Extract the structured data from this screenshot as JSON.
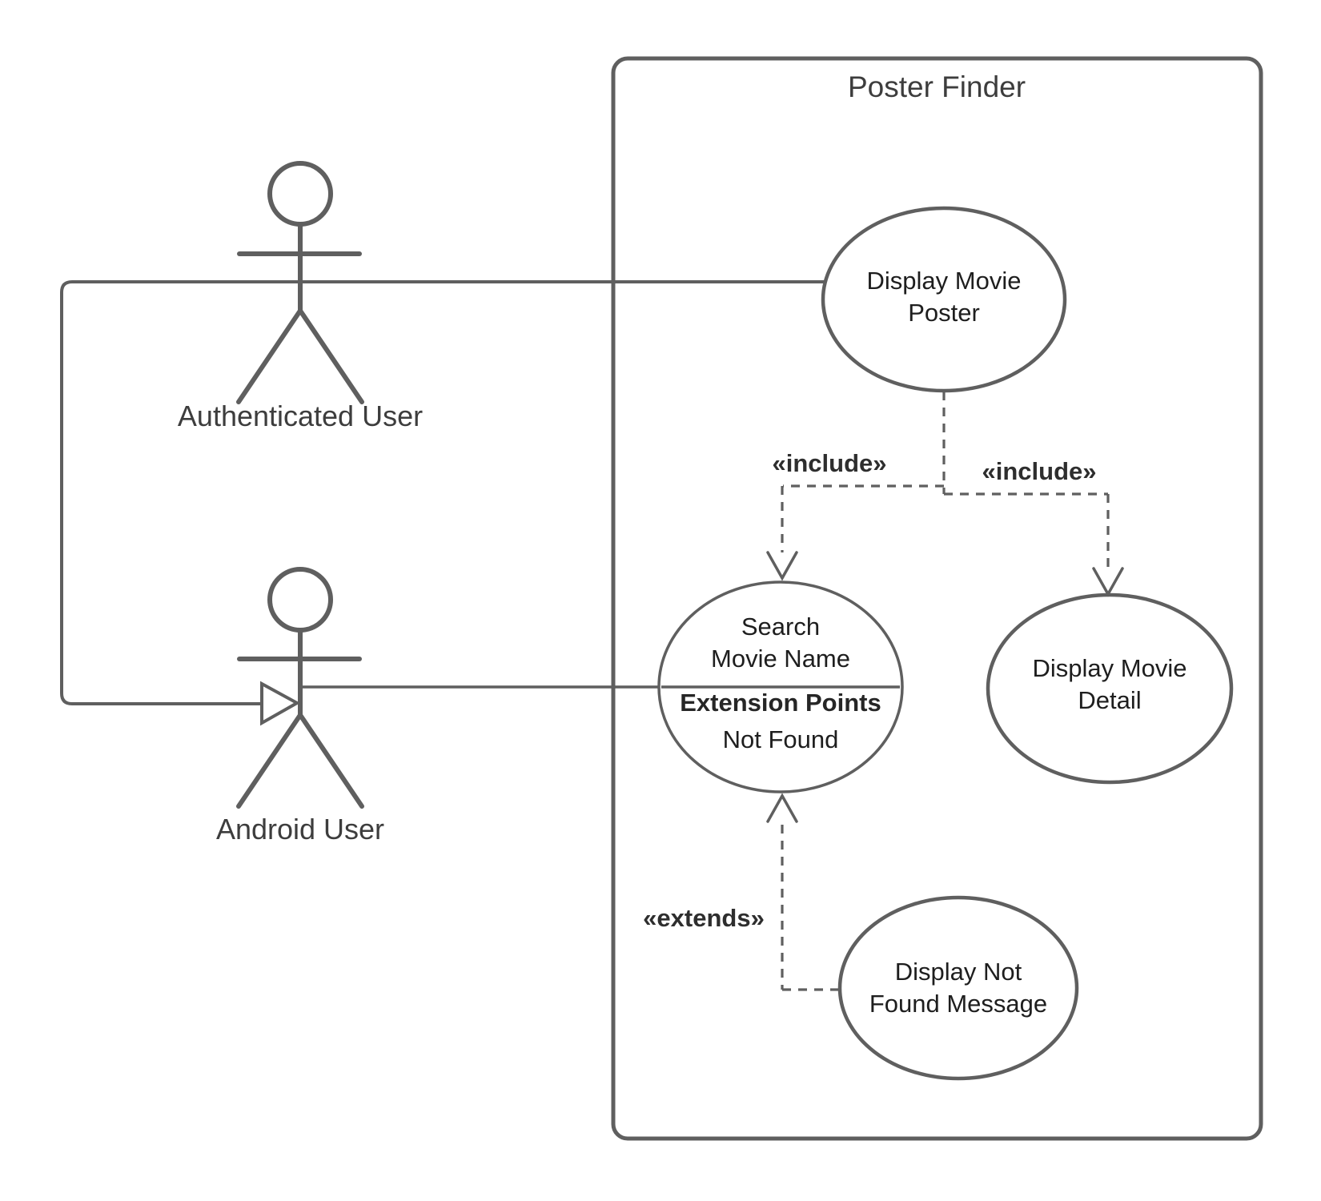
{
  "diagram": {
    "kind": "uml-use-case-diagram"
  },
  "system_boundary": {
    "label": "Poster Finder"
  },
  "actors": [
    {
      "id": "authenticated-user",
      "label": "Authenticated User"
    },
    {
      "id": "android-user",
      "label": "Android User"
    }
  ],
  "use_cases": [
    {
      "id": "display-movie-poster",
      "label_lines": [
        "Display Movie",
        "Poster"
      ]
    },
    {
      "id": "search-movie-name",
      "label_lines": [
        "Search",
        "Movie Name"
      ],
      "extension_header": "Extension Points",
      "extension_points": [
        "Not Found"
      ]
    },
    {
      "id": "display-movie-detail",
      "label_lines": [
        "Display Movie",
        "Detail"
      ]
    },
    {
      "id": "display-not-found-message",
      "label_lines": [
        "Display Not",
        "Found Message"
      ]
    }
  ],
  "relationships": {
    "associations": [
      {
        "from": "authenticated-user",
        "to": "display-movie-poster"
      },
      {
        "from": "android-user",
        "to": "search-movie-name"
      }
    ],
    "generalizations": [
      {
        "from": "authenticated-user",
        "to": "android-user"
      }
    ],
    "includes": [
      {
        "from": "display-movie-poster",
        "to": "search-movie-name",
        "label": "«include»"
      },
      {
        "from": "display-movie-poster",
        "to": "display-movie-detail",
        "label": "«include»"
      }
    ],
    "extends": [
      {
        "from": "display-not-found-message",
        "to": "search-movie-name",
        "label": "«extends»"
      }
    ]
  },
  "colors": {
    "stroke": "#5f5f5f",
    "text": "#1e1e1e",
    "title_text": "#3d3d3d",
    "bold_label_text": "#2e2e2e",
    "background": "#ffffff"
  }
}
